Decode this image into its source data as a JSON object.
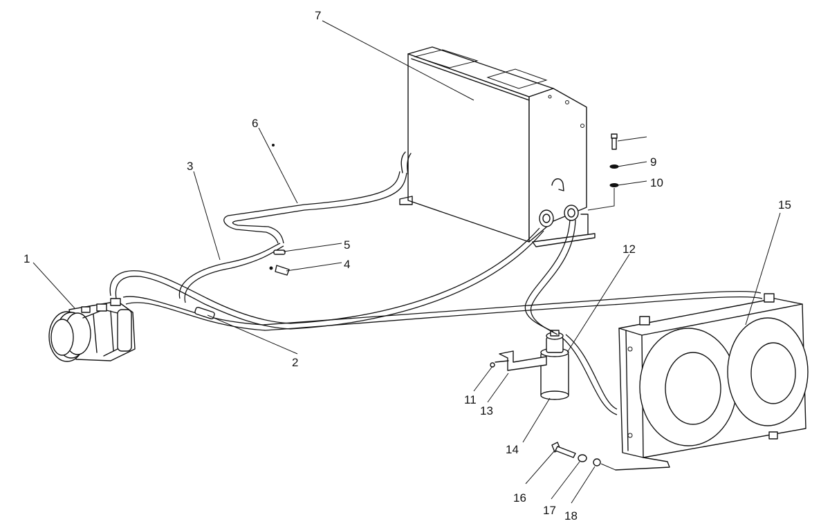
{
  "callouts": [
    {
      "id": "c1",
      "label": "1"
    },
    {
      "id": "c2",
      "label": "2"
    },
    {
      "id": "c3",
      "label": "3"
    },
    {
      "id": "c4",
      "label": "4"
    },
    {
      "id": "c5",
      "label": "5"
    },
    {
      "id": "c6",
      "label": "6"
    },
    {
      "id": "c7",
      "label": "7"
    },
    {
      "id": "c8",
      "label": ""
    },
    {
      "id": "c9",
      "label": "9"
    },
    {
      "id": "c10",
      "label": "10"
    },
    {
      "id": "c11",
      "label": "11"
    },
    {
      "id": "c12",
      "label": "12"
    },
    {
      "id": "c13",
      "label": "13"
    },
    {
      "id": "c14",
      "label": "14"
    },
    {
      "id": "c15",
      "label": "15"
    },
    {
      "id": "c16",
      "label": "16"
    },
    {
      "id": "c17",
      "label": "17"
    },
    {
      "id": "c18",
      "label": "18"
    }
  ]
}
